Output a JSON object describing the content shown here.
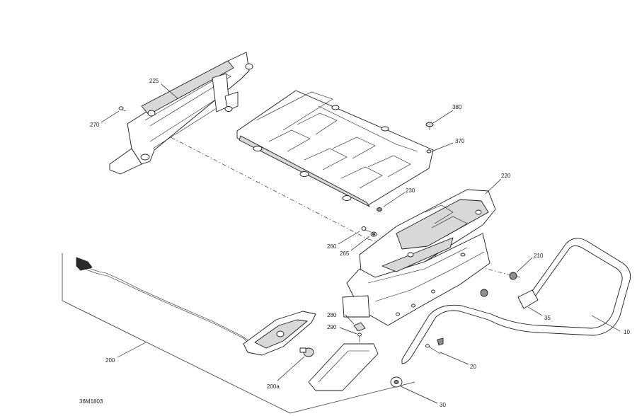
{
  "diagram_code": "36M1803",
  "callouts": {
    "c225": "225",
    "c270": "270",
    "c380": "380",
    "c370": "370",
    "c230": "230",
    "c220": "220",
    "c260": "260",
    "c265": "265",
    "c210": "210",
    "c280": "280",
    "c290": "290",
    "c35": "35",
    "c10": "10",
    "c200": "200",
    "c200a": "200a",
    "c20": "20",
    "c30": "30"
  }
}
